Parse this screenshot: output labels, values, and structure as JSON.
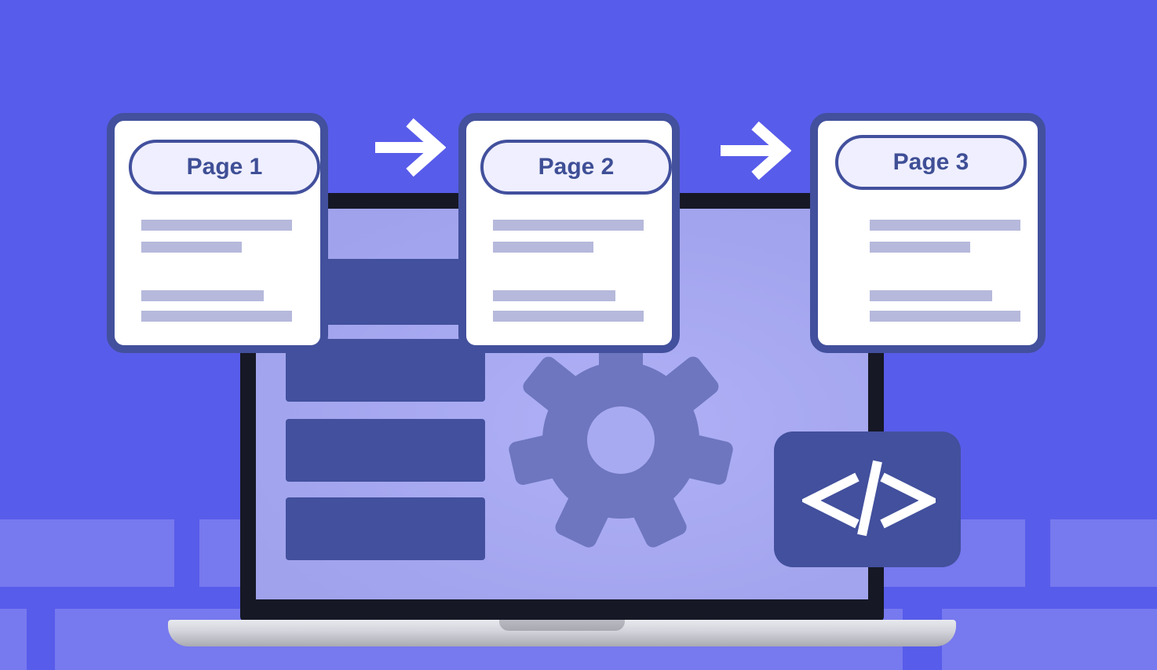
{
  "pages": [
    {
      "label": "Page 1"
    },
    {
      "label": "Page 2"
    },
    {
      "label": "Page 3"
    }
  ],
  "icons": {
    "arrow": "arrow-right-icon",
    "gear": "gear-icon",
    "code": "code-brackets-icon"
  },
  "colors": {
    "background": "#585cea",
    "accent": "#42509d",
    "card": "#ffffff",
    "pill": "#efefff",
    "text_line": "#b6b9db",
    "gear": "#6d76be"
  }
}
